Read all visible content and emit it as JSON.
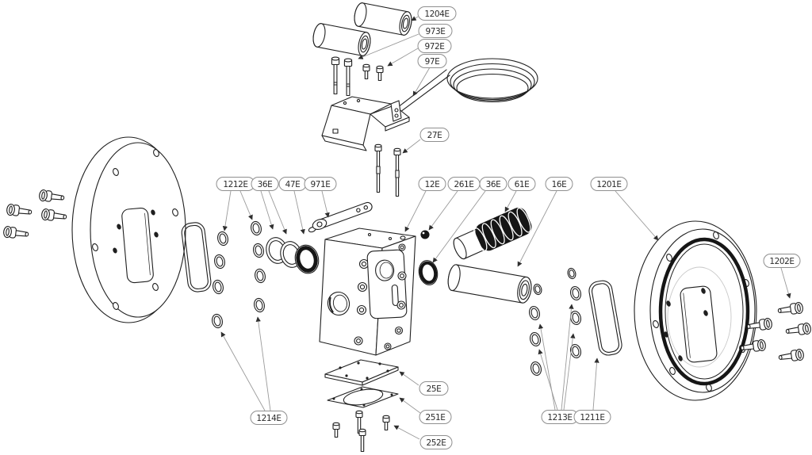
{
  "diagram": {
    "background_color": "#ffffff",
    "line_color": "#1f1f1f",
    "seal_fill_color": "#161616",
    "callout_border_color": "#8f8f8f",
    "callout_text_color": "#2b2b2b",
    "leader_line_color": "#9a9a9a"
  },
  "callouts": [
    {
      "label": "1204E"
    },
    {
      "label": "973E"
    },
    {
      "label": "972E"
    },
    {
      "label": "97E"
    },
    {
      "label": "27E"
    },
    {
      "label": "1212E"
    },
    {
      "label": "36E"
    },
    {
      "label": "47E"
    },
    {
      "label": "971E"
    },
    {
      "label": "12E"
    },
    {
      "label": "261E"
    },
    {
      "label": "36E"
    },
    {
      "label": "61E"
    },
    {
      "label": "16E"
    },
    {
      "label": "1201E"
    },
    {
      "label": "1202E"
    },
    {
      "label": "25E"
    },
    {
      "label": "251E"
    },
    {
      "label": "252E"
    },
    {
      "label": "1214E"
    },
    {
      "label": "1213E"
    },
    {
      "label": "1211E"
    }
  ]
}
